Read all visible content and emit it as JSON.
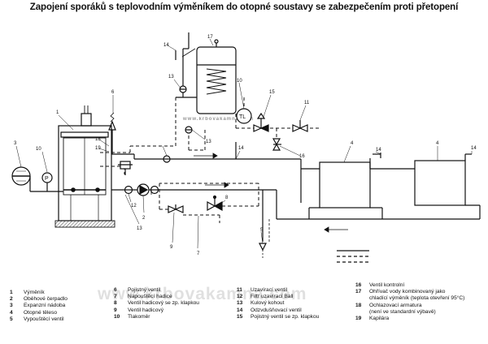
{
  "title": "Zapojení sporáků s teplovodním výměníkem do otopné soustavy se zabezpečením proti přetopení",
  "watermark": "www.krbovakamna.com",
  "component_numbers": {
    "n1": "1",
    "n2": "2",
    "n3": "3",
    "n4a": "4",
    "n4b": "4",
    "n5": "5",
    "n6": "6",
    "n7": "7",
    "n8": "8",
    "n9": "9",
    "n10a": "10",
    "n10b": "10",
    "n11": "11",
    "n12": "12",
    "n13a": "13",
    "n13b": "13",
    "n13c": "13",
    "n14a": "14",
    "n14b": "14",
    "n14c": "14",
    "n14d": "14",
    "n15": "15",
    "n16": "16",
    "n17": "17",
    "n18": "18",
    "n19": "19"
  },
  "gauge_labels": {
    "p": "P",
    "tl": "TL"
  },
  "legend": [
    {
      "num": "1",
      "text": "Výměník"
    },
    {
      "num": "2",
      "text": "Oběhové čerpadlo"
    },
    {
      "num": "3",
      "text": "Expanzní nádoba"
    },
    {
      "num": "4",
      "text": "Otopné těleso"
    },
    {
      "num": "5",
      "text": "Vypouštěcí ventil"
    },
    {
      "num": "6",
      "text": "Pojistný ventil"
    },
    {
      "num": "7",
      "text": "Napouštěcí hadice"
    },
    {
      "num": "8",
      "text": "Ventil hadicový se zp. klapkou"
    },
    {
      "num": "9",
      "text": "Ventil hadicový"
    },
    {
      "num": "10",
      "text": "Tlakoměr"
    },
    {
      "num": "11",
      "text": "Uzavírací ventil"
    },
    {
      "num": "12",
      "text": "Filtr uzavírací Ball"
    },
    {
      "num": "13",
      "text": "Kulový kohout"
    },
    {
      "num": "14",
      "text": "Odzvdušňovací ventil"
    },
    {
      "num": "15",
      "text": "Pojistný ventil se zp. klapkou"
    },
    {
      "num": "16",
      "text": "Ventil kontrolní"
    },
    {
      "num": "17",
      "text": "Ohřívač vody kombinovaný jako"
    },
    {
      "num": "",
      "text": "chladící výměník (teplota otevření 95°C)"
    },
    {
      "num": "18",
      "text": "Ochlazovací armatura"
    },
    {
      "num": "",
      "text": "(není ve standardní výbavě)"
    },
    {
      "num": "19",
      "text": "Kapilára"
    }
  ]
}
